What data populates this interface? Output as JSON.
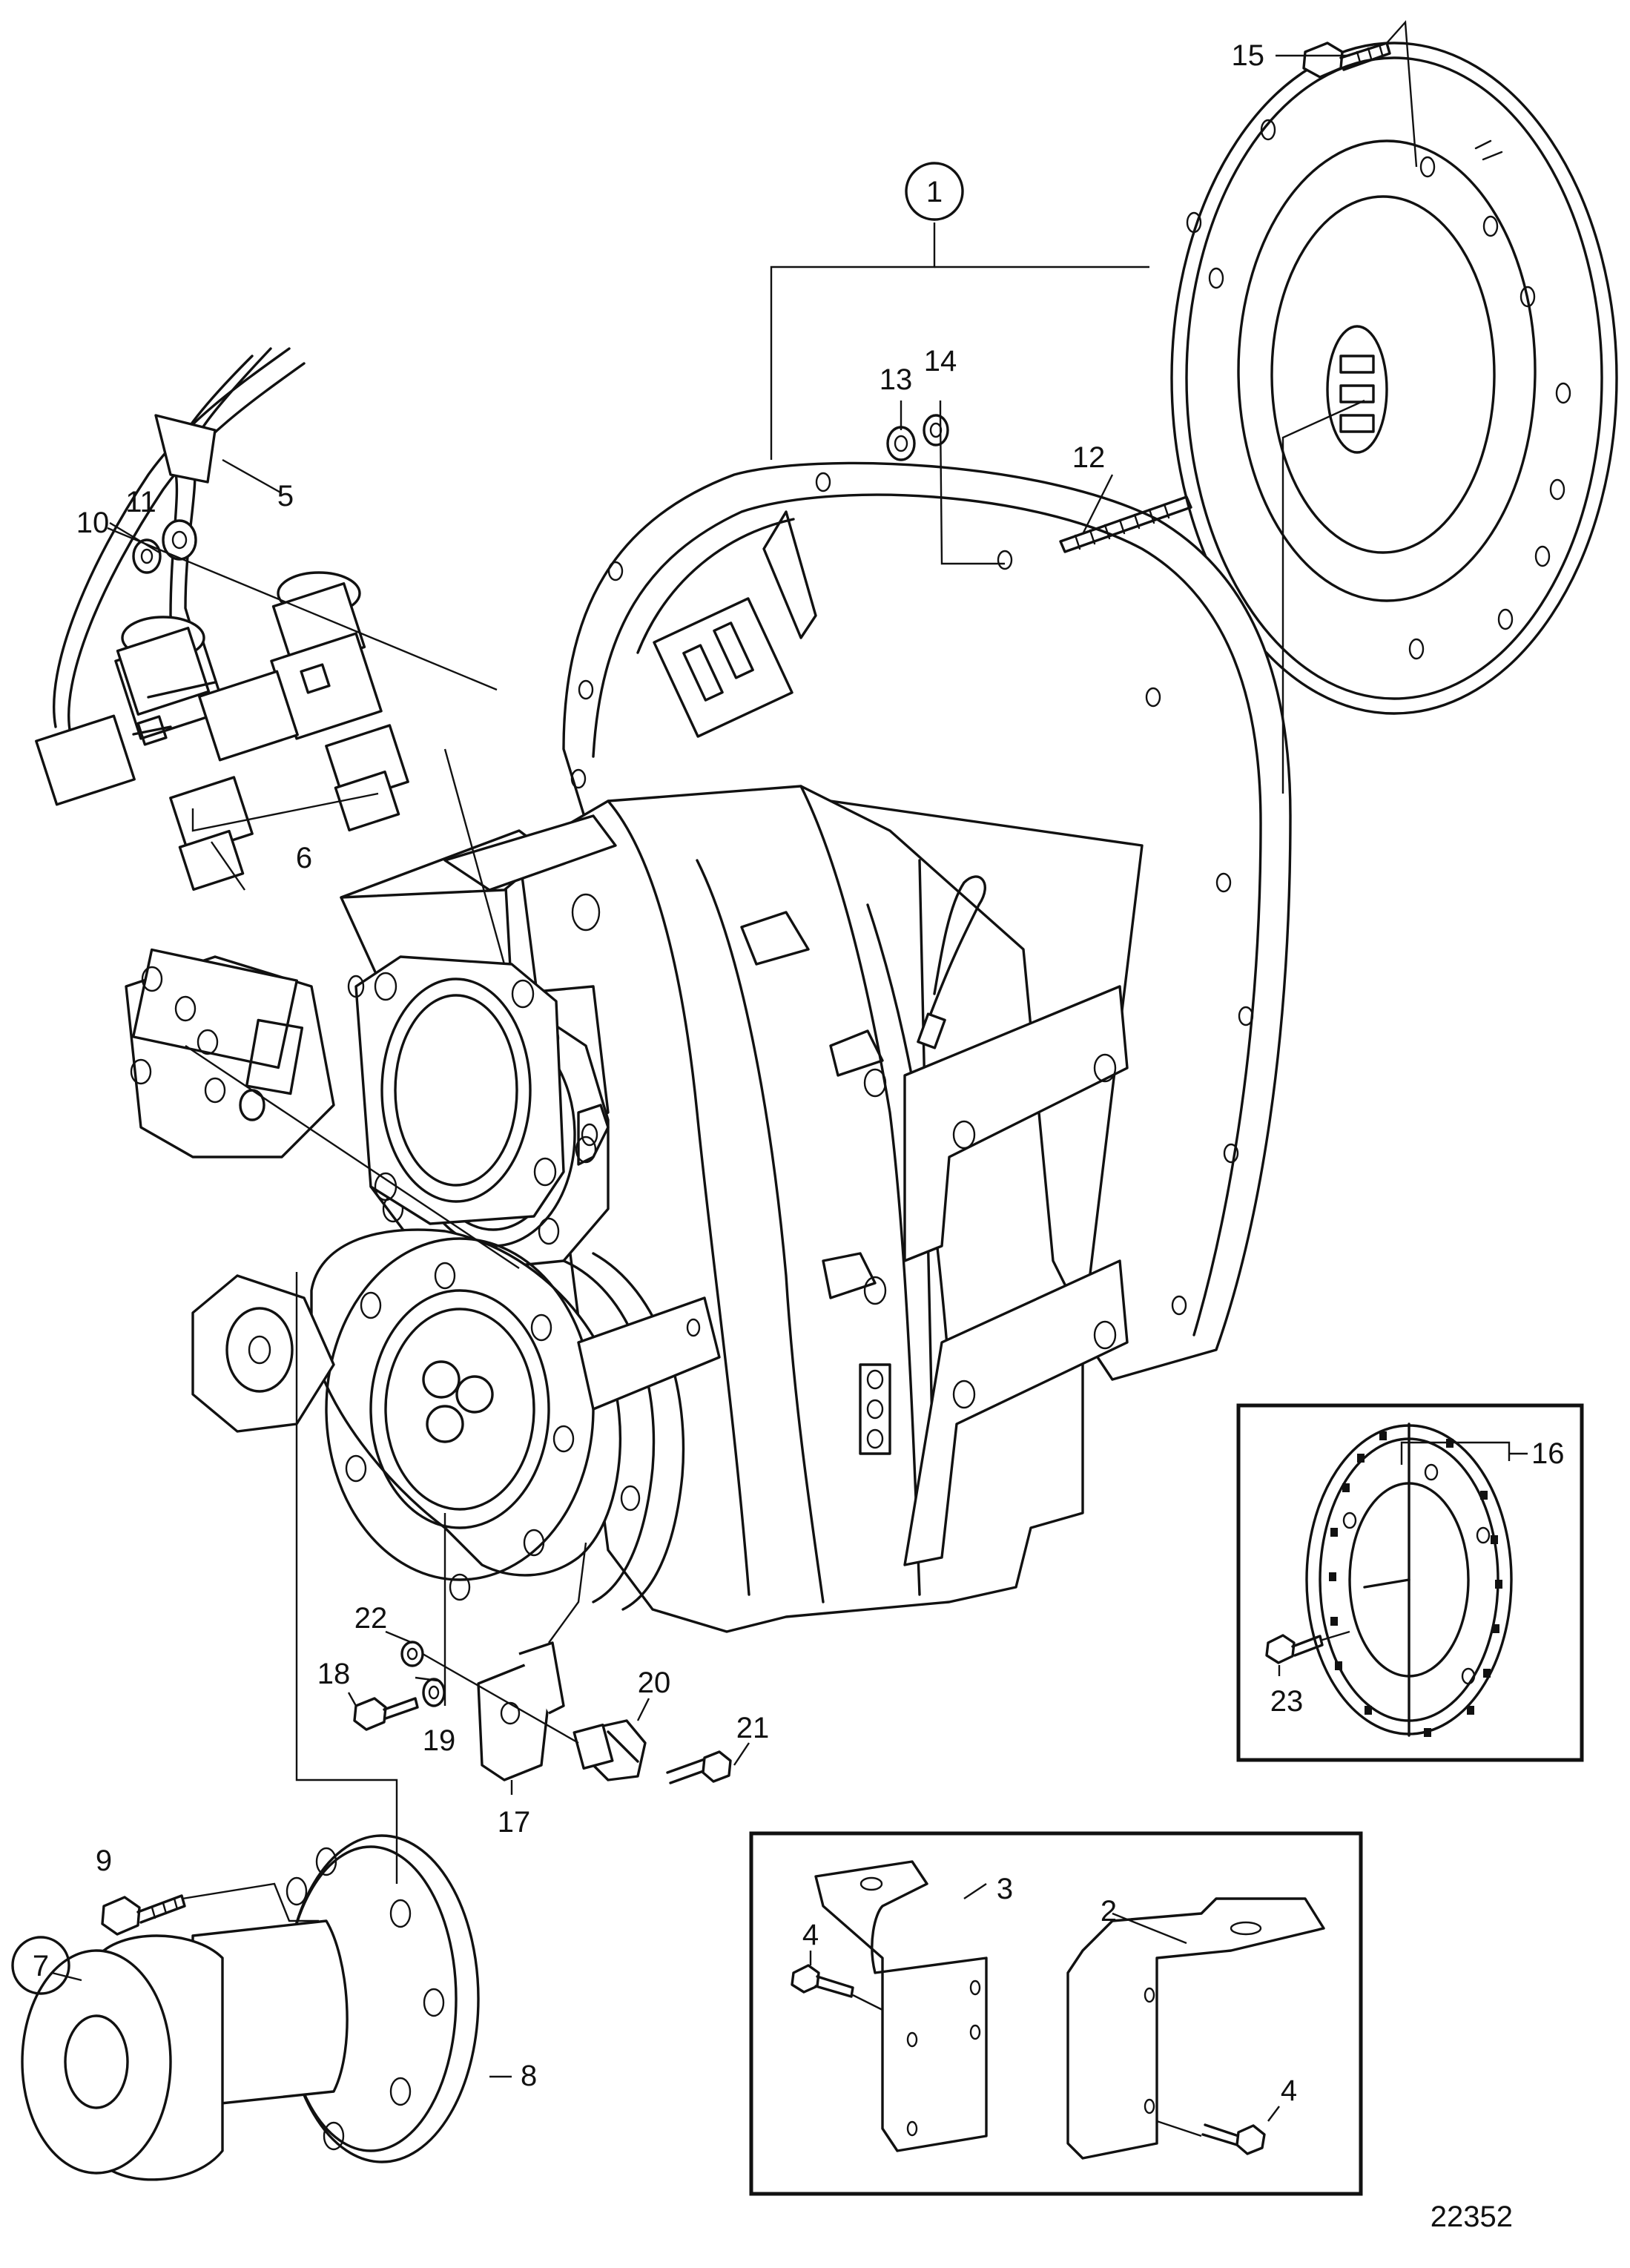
{
  "diagram": {
    "reference_number": "22352",
    "callouts": {
      "c1": "1",
      "c2": "2",
      "c3": "3",
      "c4a": "4",
      "c4b": "4",
      "c5": "5",
      "c6": "6",
      "c7": "7",
      "c8": "8",
      "c9": "9",
      "c10": "10",
      "c11": "11",
      "c12": "12",
      "c13": "13",
      "c14": "14",
      "c15": "15",
      "c16": "16",
      "c17": "17",
      "c18": "18",
      "c19": "19",
      "c20": "20",
      "c21": "21",
      "c22": "22",
      "c23": "23"
    },
    "circled_callouts": [
      "1",
      "7"
    ]
  }
}
